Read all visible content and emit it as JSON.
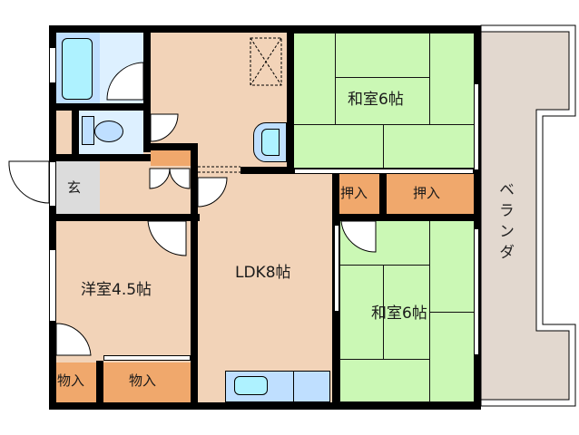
{
  "floor_plan": {
    "colors": {
      "wall": "#000000",
      "western_floor": "#f2d3b8",
      "tatami": "#cbf8b5",
      "closet": "#f0a86c",
      "wet_area": "#bfdfff",
      "bath_fixture": "#aef2ff",
      "entrance": "#dcdcdc",
      "balcony": "#e2d8cf"
    },
    "rooms": {
      "ldk": {
        "label": "LDK8帖"
      },
      "washitsu_top": {
        "label": "和室6帖"
      },
      "washitsu_bottom": {
        "label": "和室6帖"
      },
      "youshitsu": {
        "label": "洋室4.5帖"
      },
      "genkan": {
        "label": "玄"
      },
      "balcony": {
        "label": "ベランダ"
      }
    },
    "closets": {
      "oshiire_small": {
        "label": "押入"
      },
      "oshiire_large": {
        "label": "押入"
      },
      "monoire_small": {
        "label": "物入"
      },
      "monoire_large": {
        "label": "物入"
      }
    },
    "fixtures": [
      "bathtub",
      "toilet",
      "washbasin",
      "kitchen-sink",
      "washing-machine-space"
    ]
  }
}
